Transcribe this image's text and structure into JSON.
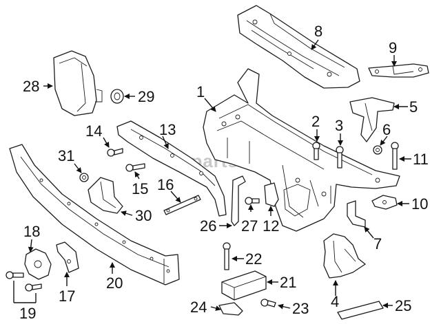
{
  "watermark": "vparts",
  "callouts": {
    "c1": "1",
    "c2": "2",
    "c3": "3",
    "c4": "4",
    "c5": "5",
    "c6": "6",
    "c7": "7",
    "c8": "8",
    "c9": "9",
    "c10": "10",
    "c11": "11",
    "c12": "12",
    "c13": "13",
    "c14": "14",
    "c15": "15",
    "c16": "16",
    "c17": "17",
    "c18": "18",
    "c19": "19",
    "c20": "20",
    "c21": "21",
    "c22": "22",
    "c23": "23",
    "c24": "24",
    "c25": "25",
    "c26": "26",
    "c27": "27",
    "c28": "28",
    "c29": "29",
    "c30": "30",
    "c31": "31"
  }
}
